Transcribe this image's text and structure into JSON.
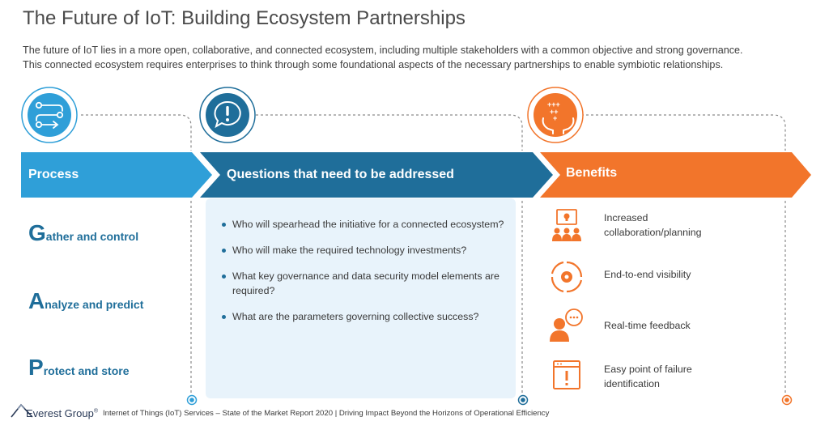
{
  "title": "The Future of IoT: Building Ecosystem Partnerships",
  "intro": {
    "line1": "The future of IoT lies in a more open, collaborative, and connected ecosystem, including multiple stakeholders with a common objective and strong governance.",
    "line2": "This connected ecosystem requires enterprises to think through some foundational aspects of the necessary partnerships to enable symbiotic relationships."
  },
  "columns": {
    "process": "Process",
    "questions": "Questions that need to be addressed",
    "benefits": "Benefits"
  },
  "process_items": [
    {
      "letter": "G",
      "rest": "ather and control"
    },
    {
      "letter": "A",
      "rest": "nalyze and predict"
    },
    {
      "letter": "P",
      "rest": "rotect and store"
    }
  ],
  "questions": [
    "Who will spearhead the initiative for a connected ecosystem?",
    "Who will make the required technology investments?",
    "What key governance and data security model elements are required?",
    "What are the parameters governing collective success?"
  ],
  "benefits": [
    {
      "text": "Increased collaboration/planning",
      "icon": "collaboration-icon"
    },
    {
      "text": "End-to-end visibility",
      "icon": "visibility-cycle-icon"
    },
    {
      "text": "Real-time feedback",
      "icon": "feedback-icon"
    },
    {
      "text": "Easy point of failure identification",
      "icon": "failure-alert-icon"
    }
  ],
  "colors": {
    "process_band": "#2f9fd8",
    "questions_band": "#1f6e9a",
    "benefits_band": "#f2752b",
    "panel": "#e8f3fb"
  },
  "footer": {
    "brand": "Everest Group",
    "reg": "®",
    "report": "Internet of Things (IoT) Services – State of the Market Report 2020 | Driving Impact Beyond the Horizons of Operational Efficiency"
  }
}
